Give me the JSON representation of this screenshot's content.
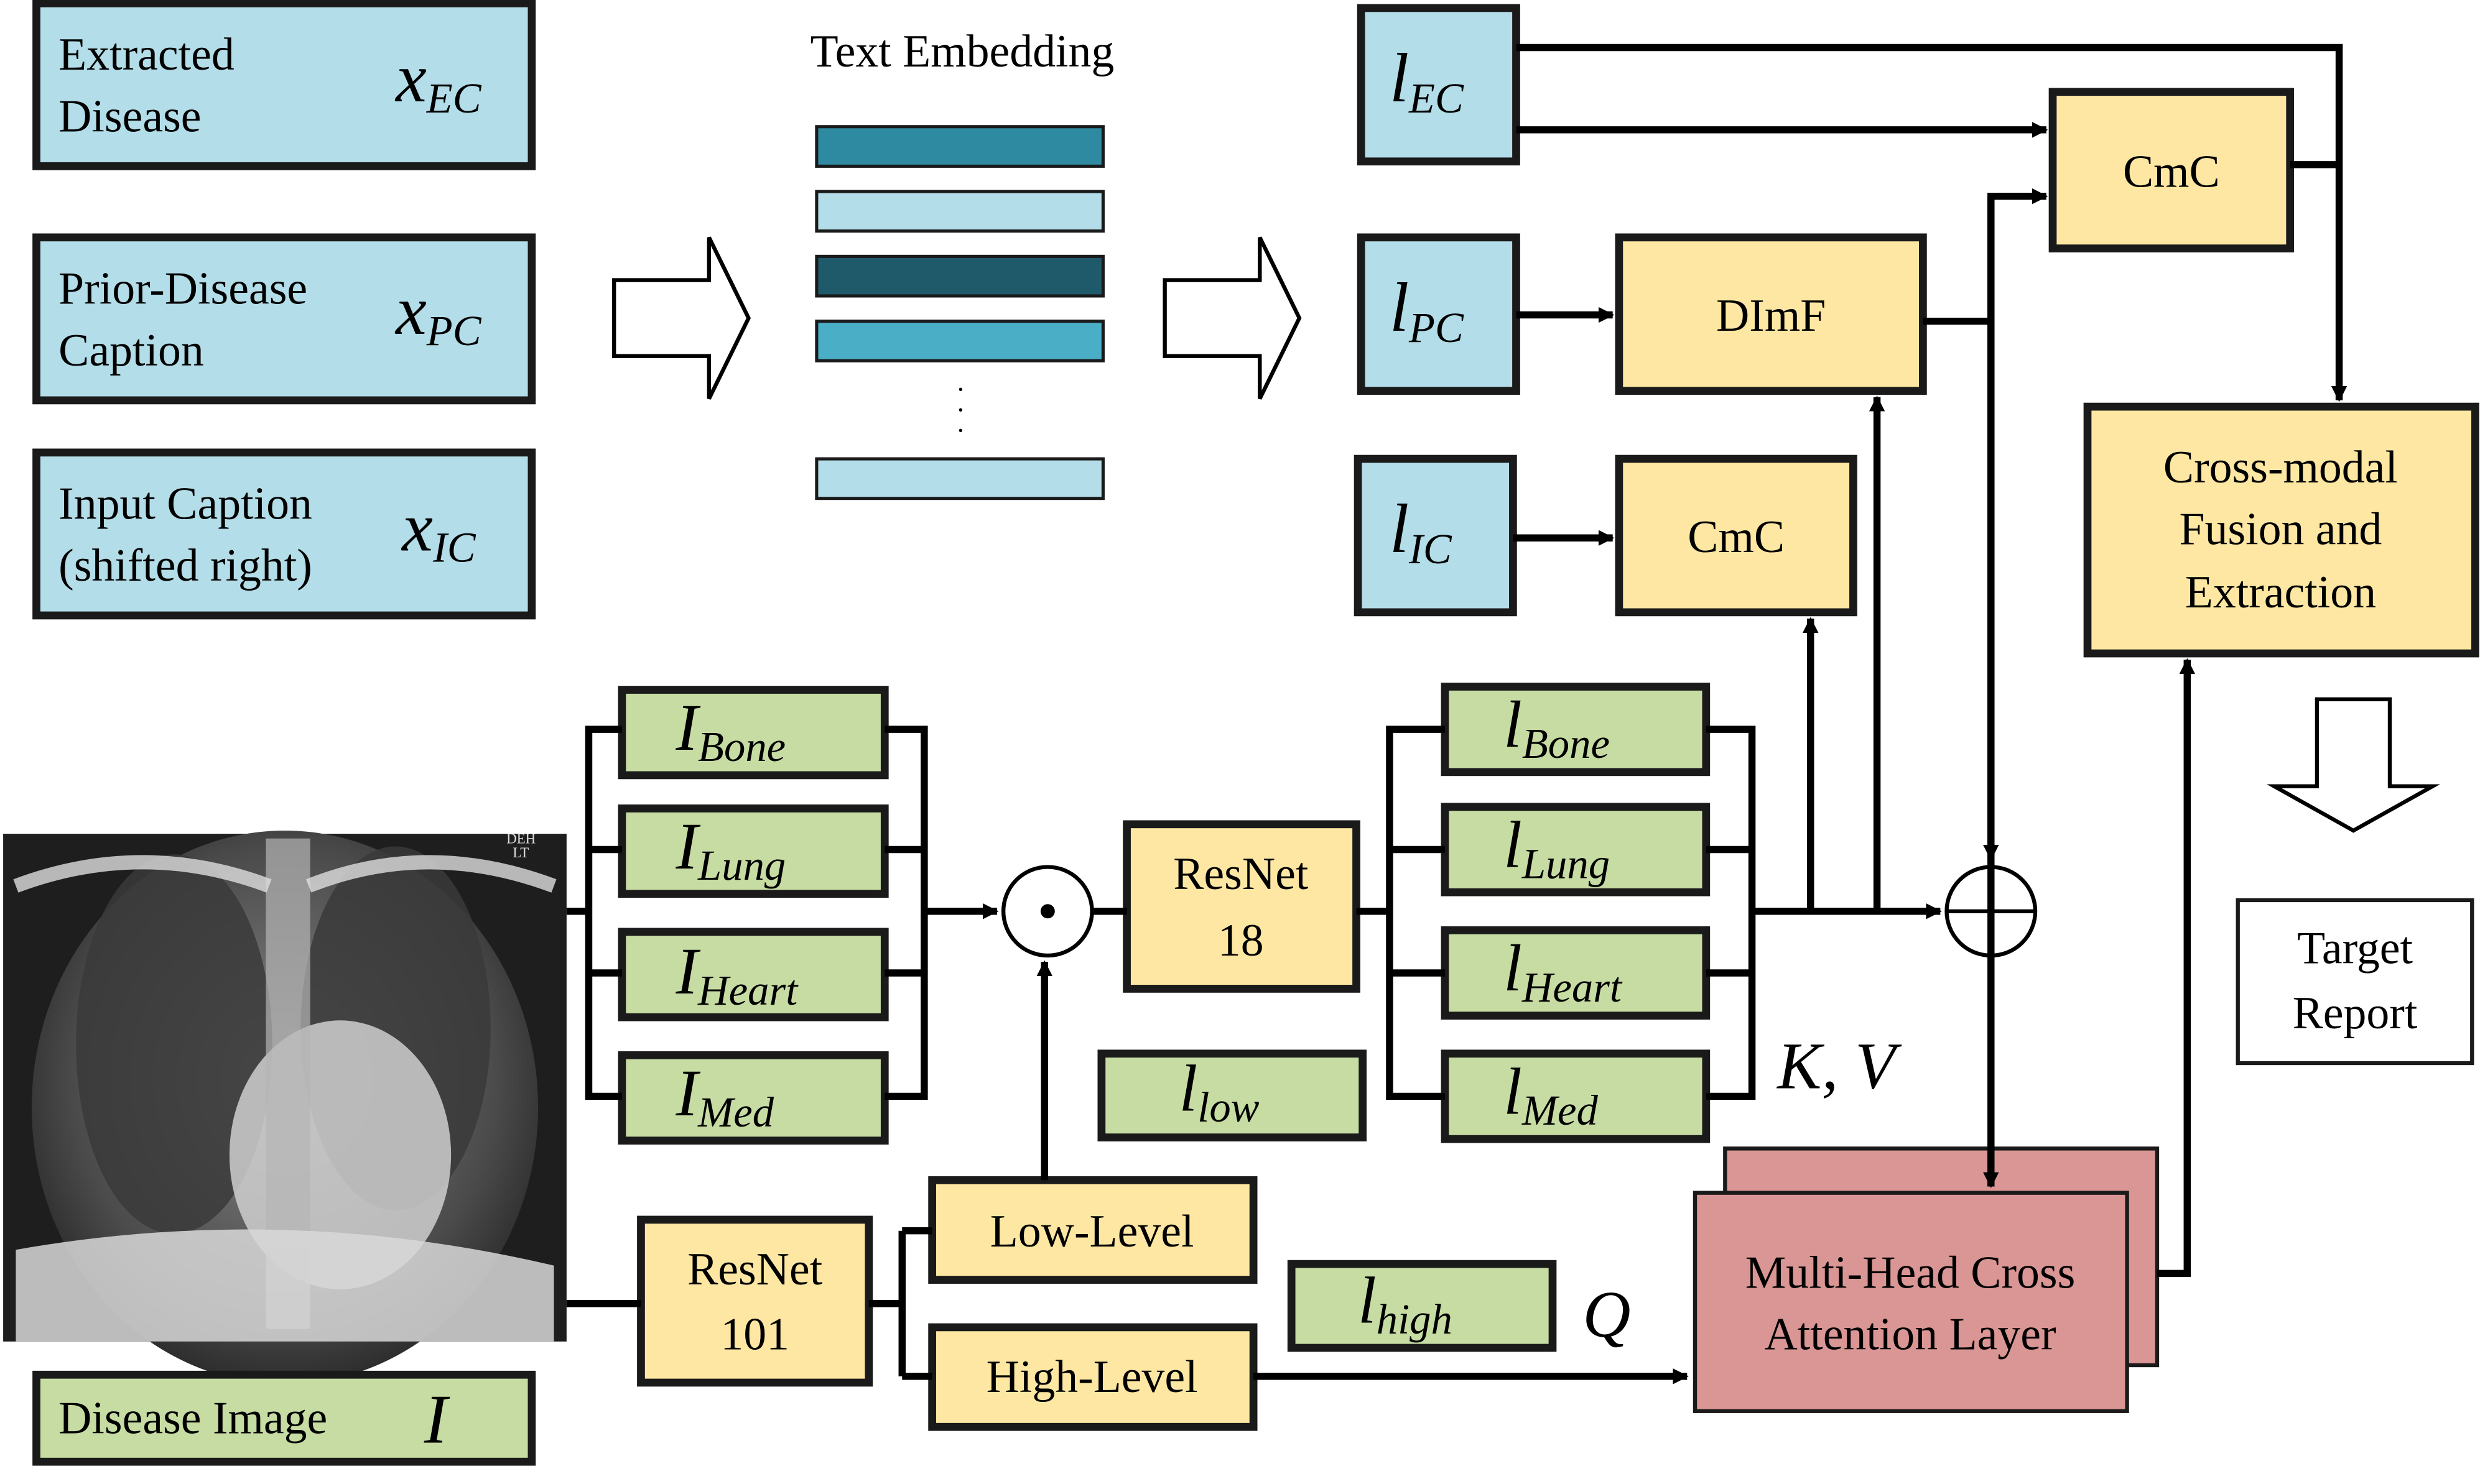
{
  "colors": {
    "input_box": "#b3dde8",
    "module_box": "#fde7a2",
    "feature_box": "#c7dca3",
    "attention_box": "#d99694",
    "embed_row_light": "#b3dde8",
    "embed_row_mid": "#2e8aa1",
    "embed_row_dark": "#1f5a6b",
    "embed_row_bright": "#4aaec7"
  },
  "inputs": {
    "extracted": {
      "line1": "Extracted",
      "line2": "Disease",
      "sym": "x",
      "sub": "EC"
    },
    "prior": {
      "line1": "Prior-Disease",
      "line2": "Caption",
      "sym": "x",
      "sub": "PC"
    },
    "input_caption": {
      "line1": "Input Caption",
      "line2": "(shifted right)",
      "sym": "x",
      "sub": "IC"
    },
    "disease_image": {
      "text": "Disease Image",
      "sym": "I"
    }
  },
  "embedding": {
    "title": "Text Embedding",
    "ellipsis": "·"
  },
  "text_features": {
    "l_ec": {
      "sym": "l",
      "sub": "EC"
    },
    "l_pc": {
      "sym": "l",
      "sub": "PC"
    },
    "l_ic": {
      "sym": "l",
      "sub": "IC"
    }
  },
  "modules": {
    "cmc_top": "CmC",
    "dimf": "DImF",
    "cmc_mid": "CmC",
    "cross_modal": {
      "line1": "Cross-modal",
      "line2": "Fusion and",
      "line3": "Extraction"
    },
    "resnet18": {
      "line1": "ResNet",
      "line2": "18"
    },
    "resnet101": {
      "line1": "ResNet",
      "line2": "101"
    },
    "low_level": "Low-Level",
    "high_level": "High-Level",
    "attention": {
      "line1": "Multi-Head Cross",
      "line2": "Attention Layer"
    },
    "target_report": {
      "line1": "Target",
      "line2": "Report"
    }
  },
  "image_regions": [
    {
      "sym": "I",
      "sub": "Bone"
    },
    {
      "sym": "I",
      "sub": "Lung"
    },
    {
      "sym": "I",
      "sub": "Heart"
    },
    {
      "sym": "I",
      "sub": "Med"
    }
  ],
  "region_features": [
    {
      "sym": "l",
      "sub": "Bone"
    },
    {
      "sym": "l",
      "sub": "Lung"
    },
    {
      "sym": "l",
      "sub": "Heart"
    },
    {
      "sym": "l",
      "sub": "Med"
    }
  ],
  "level_features": {
    "low": {
      "sym": "l",
      "sub": "low"
    },
    "high": {
      "sym": "l",
      "sub": "high"
    }
  },
  "operators": {
    "hadamard": "⊙",
    "add": "⊕"
  },
  "attention_inputs": {
    "kv": "K, V",
    "q": "Q"
  },
  "xray": {
    "corner_text_1": "DEH",
    "corner_text_2": "LT"
  }
}
